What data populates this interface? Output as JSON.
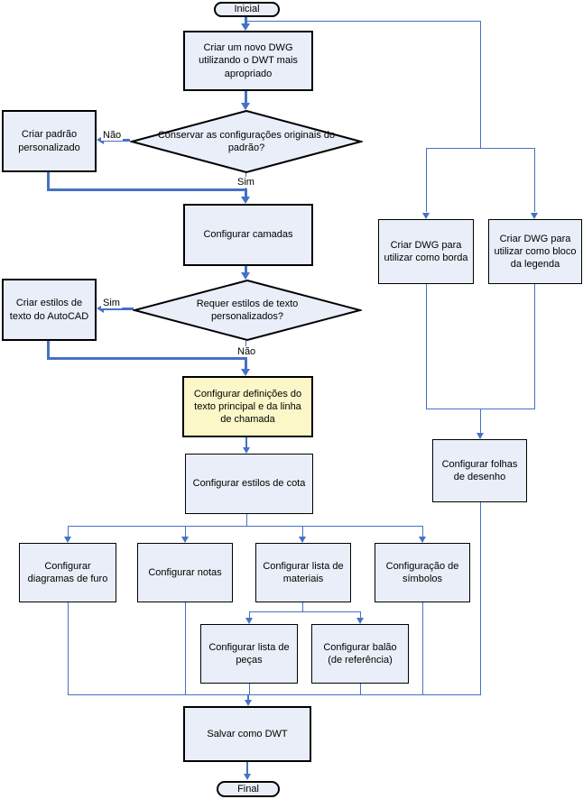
{
  "colors": {
    "node_fill": "#e9eef8",
    "highlight_fill": "#fbf7c8",
    "connector_blue": "#4472c4",
    "border": "#000000"
  },
  "edge_labels": {
    "no1": "Não",
    "sim1": "Sim",
    "sim2": "Sim",
    "no2": "Não"
  },
  "nodes": {
    "start": {
      "label": "Inicial"
    },
    "create_dwg": {
      "label": "Criar um novo DWG utilizando o DWT mais apropriado"
    },
    "keep_defaults_q": {
      "label": "Conservar as configurações originais do padrão?"
    },
    "create_custom_standard": {
      "label": "Criar padrão personalizado"
    },
    "configure_layers": {
      "label": "Configurar camadas"
    },
    "text_styles_q": {
      "label": "Requer estilos de texto personalizados?"
    },
    "create_text_styles": {
      "label": "Criar estilos de texto do AutoCAD"
    },
    "configure_text_leader": {
      "label": "Configurar definições do texto principal e da linha de chamada"
    },
    "configure_dim_styles": {
      "label": "Configurar estilos de cota"
    },
    "configure_hole_charts": {
      "label": "Configurar diagramas de furo"
    },
    "configure_notes": {
      "label": "Configurar notas"
    },
    "configure_bom": {
      "label": "Configurar lista de materiais"
    },
    "configure_symbols": {
      "label": "Configuração de símbolos"
    },
    "configure_parts_list": {
      "label": "Configurar lista de peças"
    },
    "configure_balloon": {
      "label": "Configurar balão (de referência)"
    },
    "create_border_dwg": {
      "label": "Criar DWG para utilizar como borda"
    },
    "create_titleblock_dwg": {
      "label": "Criar DWG para utilizar como bloco da legenda"
    },
    "configure_sheets": {
      "label": "Configurar folhas de desenho"
    },
    "save_dwt": {
      "label": "Salvar como DWT"
    },
    "end": {
      "label": "Final"
    }
  }
}
